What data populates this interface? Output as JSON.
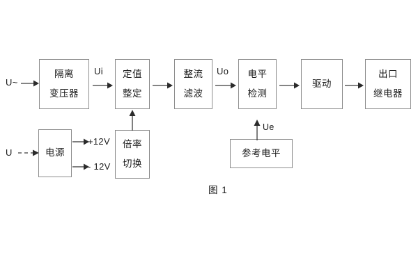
{
  "figure": {
    "caption": "图 1",
    "background_color": "#ffffff",
    "border_color": "#8c8c8c",
    "line_color": "#3a3a3a"
  },
  "inputs": {
    "ac_source_label": "U~",
    "dc_source_label": "U"
  },
  "signals": {
    "ui": "Ui",
    "uo": "Uo",
    "ue": "Ue"
  },
  "power_rails": {
    "positive": "+12V",
    "negative": "- 12V"
  },
  "main_chain": [
    {
      "id": "isolation-transformer",
      "lines": [
        "隔离",
        "变压器"
      ]
    },
    {
      "id": "setpoint-adjust",
      "lines": [
        "定值",
        "整定"
      ]
    },
    {
      "id": "rectifier-filter",
      "lines": [
        "整流",
        "滤波"
      ]
    },
    {
      "id": "level-detection",
      "lines": [
        "电平",
        "检测"
      ]
    },
    {
      "id": "driver",
      "lines": [
        "驱动"
      ]
    },
    {
      "id": "output-relay",
      "lines": [
        "出口",
        "继电器"
      ]
    }
  ],
  "support_blocks": [
    {
      "id": "power-supply",
      "lines": [
        "电源"
      ]
    },
    {
      "id": "multiplier-switch",
      "lines": [
        "倍率",
        "切换"
      ]
    },
    {
      "id": "reference-level",
      "lines": [
        "参考电平"
      ]
    }
  ],
  "icons": {
    "arrow_right": "arrow-right-icon",
    "arrow_up": "arrow-up-icon",
    "arrow_right_dashed": "arrow-right-dashed-icon"
  }
}
